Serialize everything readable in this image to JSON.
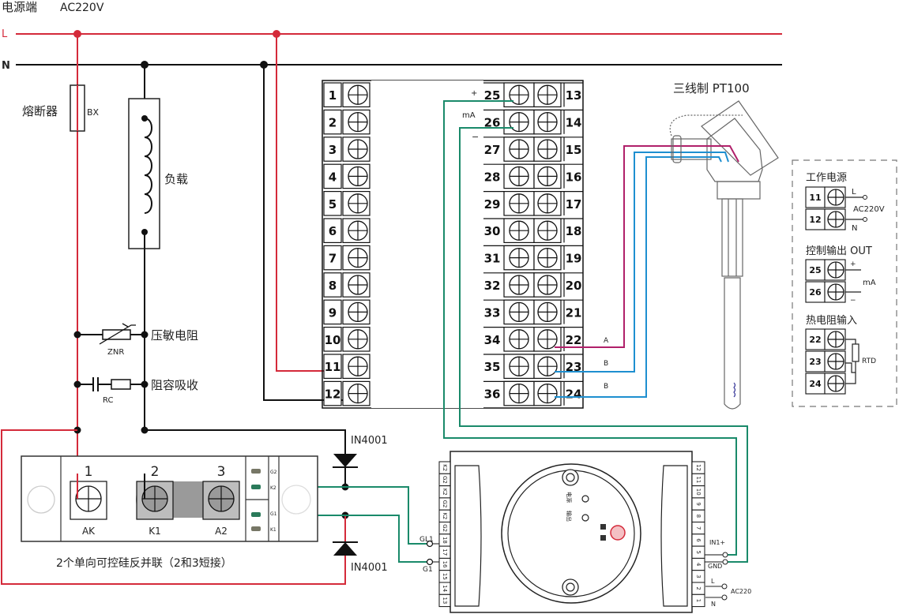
{
  "title": "电源端",
  "supply_voltage": "AC220V",
  "lines": {
    "live": "L",
    "neutral": "N"
  },
  "colors": {
    "live": "#d42a3a",
    "neutral": "#111111",
    "signal": "#1a8a6a",
    "rtd_a": "#b0206a",
    "rtd_b": "#1e8fd0",
    "component": "#222222"
  },
  "components": {
    "fuse": {
      "label": "熔断器",
      "code": "BX"
    },
    "load": {
      "label": "负载"
    },
    "varistor": {
      "label": "压敏电阻",
      "code": "ZNR"
    },
    "snubber": {
      "label": "阻容吸收",
      "code": "RC"
    },
    "diode_top": {
      "label": "IN4001"
    },
    "diode_bottom": {
      "label": "IN4001"
    },
    "thyristor_module": {
      "caption": "2个单向可控硅反并联（2和3短接）",
      "terminal_numbers": [
        "1",
        "2",
        "3"
      ],
      "terminal_labels": [
        "AK",
        "K1",
        "A2"
      ],
      "gate_labels": [
        "G2",
        "K2",
        "G1",
        "K1"
      ]
    }
  },
  "controller": {
    "left_terminals": [
      "1",
      "2",
      "3",
      "4",
      "5",
      "6",
      "7",
      "8",
      "9",
      "10",
      "11",
      "12"
    ],
    "middle_terminals": [
      "25",
      "26",
      "27",
      "28",
      "29",
      "30",
      "31",
      "32",
      "33",
      "34",
      "35",
      "36"
    ],
    "right_terminals": [
      "13",
      "14",
      "15",
      "16",
      "17",
      "18",
      "19",
      "20",
      "21",
      "22",
      "23",
      "24"
    ],
    "output_plus": "+",
    "output_unit": "mA",
    "output_minus": "−",
    "rtd_wire_labels": [
      "A",
      "B",
      "B"
    ]
  },
  "sensor": {
    "title": "三线制 PT100"
  },
  "legend": {
    "power_title": "工作电源",
    "power_terminals": [
      "11",
      "12"
    ],
    "power_labels": [
      "L",
      "AC220V",
      "N"
    ],
    "output_title": "控制输出 OUT",
    "output_terminals": [
      "25",
      "26"
    ],
    "output_labels": [
      "+",
      "mA",
      "−"
    ],
    "rtd_title": "热电阻输入",
    "rtd_terminals": [
      "22",
      "23",
      "24"
    ],
    "rtd_label": "RTD"
  },
  "trigger_board": {
    "left_pins": [
      "K2",
      "G2",
      "K2",
      "G2",
      "K2",
      "G2",
      "18",
      "17",
      "16",
      "15",
      "14",
      "13"
    ],
    "right_pins": [
      "12",
      "11",
      "10",
      "9",
      "8",
      "7",
      "6",
      "5",
      "4",
      "3",
      "2",
      "1"
    ],
    "left_labels": [
      "GL1",
      "G1"
    ],
    "right_labels": [
      "IN1+",
      "GND",
      "L",
      "AC220",
      "N"
    ],
    "indicators": [
      "电源",
      "输出"
    ]
  }
}
